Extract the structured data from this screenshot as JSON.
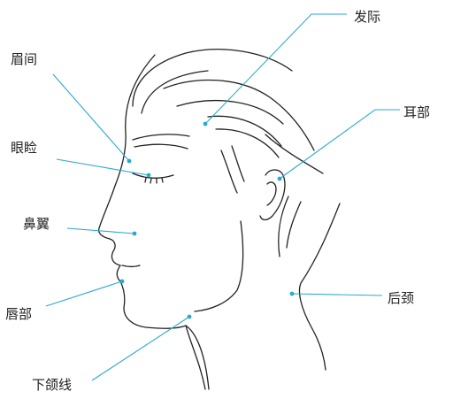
{
  "diagram": {
    "colors": {
      "outline": "#222222",
      "leader": "#2aa9cf",
      "text": "#222222"
    },
    "labels": {
      "hairline": "发际",
      "brow": "眉间",
      "ear": "耳部",
      "eyelid": "眼睑",
      "nose_wing": "鼻翼",
      "back_neck": "后颈",
      "lip": "唇部",
      "jawline": "下颌线"
    }
  }
}
